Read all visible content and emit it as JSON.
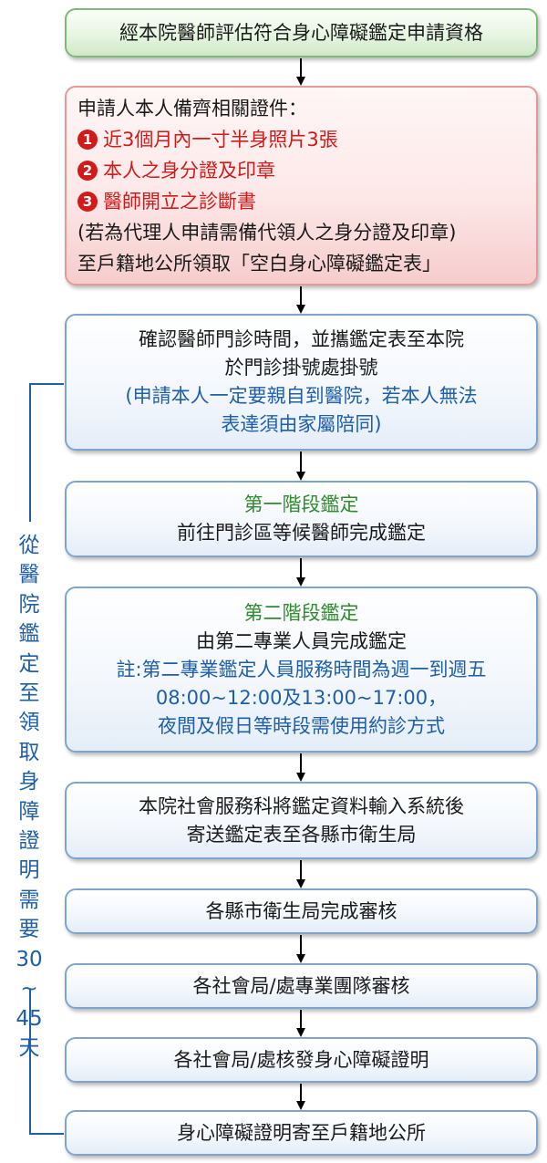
{
  "steps": [
    {
      "lines": [
        "經本院醫師評估符合身心障礙鑑定申請資格"
      ]
    },
    {
      "header": "申請人本人備齊相關證件：",
      "items": [
        {
          "num": "1",
          "text": "近3個月內一寸半身照片3張"
        },
        {
          "num": "2",
          "text": "本人之身分證及印章"
        },
        {
          "num": "3",
          "text": "醫師開立之診斷書"
        }
      ],
      "footer": [
        "(若為代理人申請需備代領人之身分證及印章)",
        "至戶籍地公所領取「空白身心障礙鑑定表」"
      ]
    },
    {
      "lines": [
        "確認醫師門診時間，並攜鑑定表至本院",
        "於門診掛號處掛號"
      ],
      "note": [
        "(申請本人一定要親自到醫院，若本人無法",
        "表達須由家屬陪同)"
      ]
    },
    {
      "stage": "第一階段鑑定",
      "lines": [
        "前往門診區等候醫師完成鑑定"
      ]
    },
    {
      "stage": "第二階段鑑定",
      "lines": [
        "由第二專業人員完成鑑定"
      ],
      "note": [
        "註:第二專業鑑定人員服務時間為週一到週五",
        "08:00~12:00及13:00~17:00，",
        "夜間及假日等時段需使用約診方式"
      ]
    },
    {
      "lines": [
        "本院社會服務科將鑑定資料輸入系統後",
        "寄送鑑定表至各縣市衛生局"
      ]
    },
    {
      "lines": [
        "各縣市衛生局完成審核"
      ]
    },
    {
      "lines": [
        "各社會局/處專業團隊審核"
      ]
    },
    {
      "lines": [
        "各社會局/處核發身心障礙證明"
      ]
    },
    {
      "lines": [
        "身心障礙證明寄至戶籍地公所"
      ]
    }
  ],
  "side_label": "從醫院鑑定至領取身障證明需要30~45天",
  "colors": {
    "border_blue": "#7fa5cf",
    "border_green": "#7fb87a",
    "border_red": "#e59a9a",
    "stage_text": "#2e8b2e",
    "note_text": "#1f5fa8",
    "item_text": "#d11a1a",
    "arrow": "#000000"
  }
}
